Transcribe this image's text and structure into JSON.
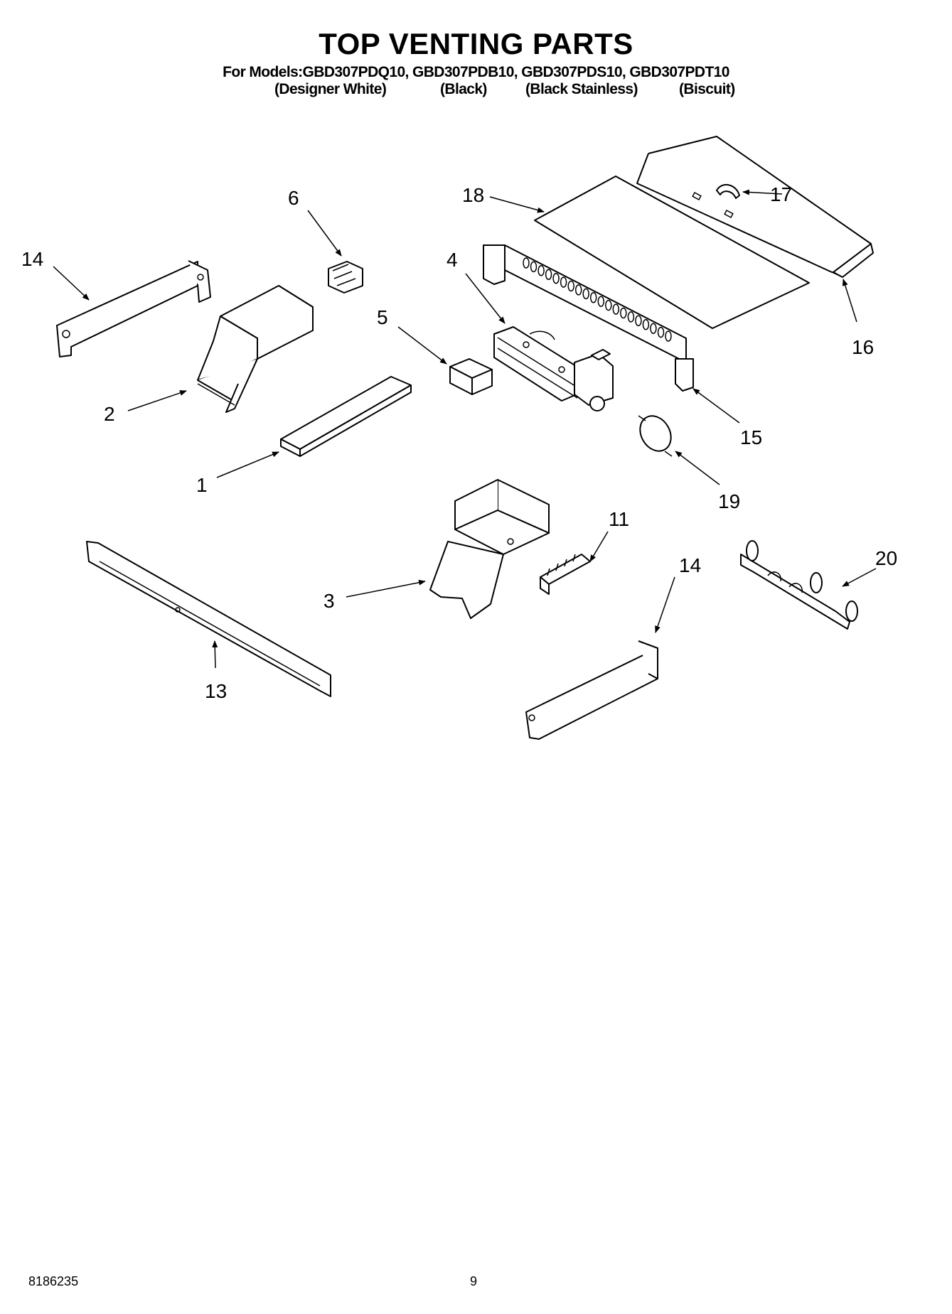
{
  "header": {
    "title": "TOP VENTING PARTS",
    "models_line": "For Models:GBD307PDQ10, GBD307PDB10, GBD307PDS10, GBD307PDT10",
    "variants": [
      "(Designer White)",
      "(Black)",
      "(Black Stainless)",
      "(Biscuit)"
    ]
  },
  "callouts": [
    "14",
    "6",
    "18",
    "17",
    "4",
    "5",
    "2",
    "1",
    "16",
    "15",
    "19",
    "11",
    "20",
    "14",
    "3",
    "13"
  ],
  "footer": {
    "part_number": "8186235",
    "page_number": "9"
  }
}
